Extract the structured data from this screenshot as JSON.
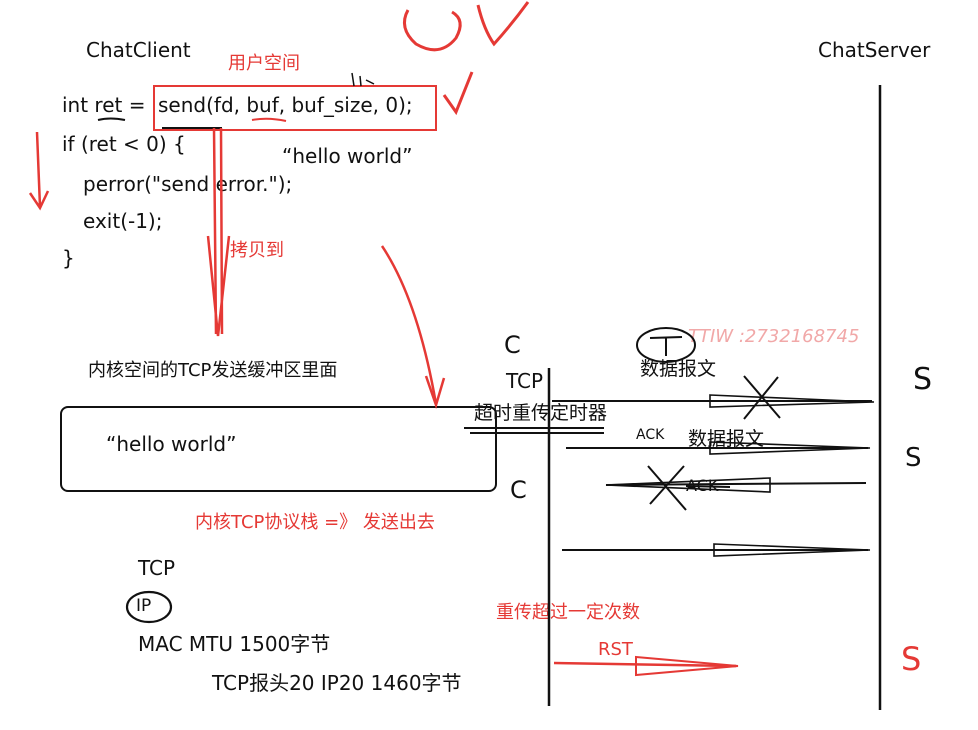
{
  "colors": {
    "ink": "#111111",
    "pen_red": "#e53935",
    "background": "#ffffff"
  },
  "headers": {
    "client": "ChatClient",
    "server": "ChatServer"
  },
  "code": {
    "line1_prefix": "int ret = ",
    "line1_call": "send(fd, buf, buf_size, 0);",
    "line2": "if (ret < 0)  {",
    "line3": "perror(\"send error.\");",
    "line4": "exit(-1);",
    "line5": "}",
    "string_note": "“hello world”"
  },
  "annotations": {
    "user_space": "用户空间",
    "copy_to": "拷贝到",
    "kernel_buffer": "内核空间的TCP发送缓冲区里面",
    "buffer_content": "“hello world”",
    "kernel_stack_send": "内核TCP协议栈    =》   发送出去",
    "retransmit_exceed": "重传超过一定次数",
    "rst": "RST",
    "watermark": "TTIW :2732168745"
  },
  "protocol": {
    "tcp_top": "TCP",
    "timer": "超时重传定时器",
    "data_msg_1": "数据报文",
    "data_msg_2": "数据报文",
    "ack_small": "ACK",
    "ack": "ACK",
    "c_mark_1": "C",
    "c_mark_2": "C",
    "s_mark_1": "S",
    "s_mark_2": "S",
    "s_mark_3": "S"
  },
  "stack": {
    "tcp": "TCP",
    "ip": "IP",
    "mac_line": "MAC   MTU 1500字节",
    "header_line": "TCP报头20   IP20   1460字节"
  }
}
